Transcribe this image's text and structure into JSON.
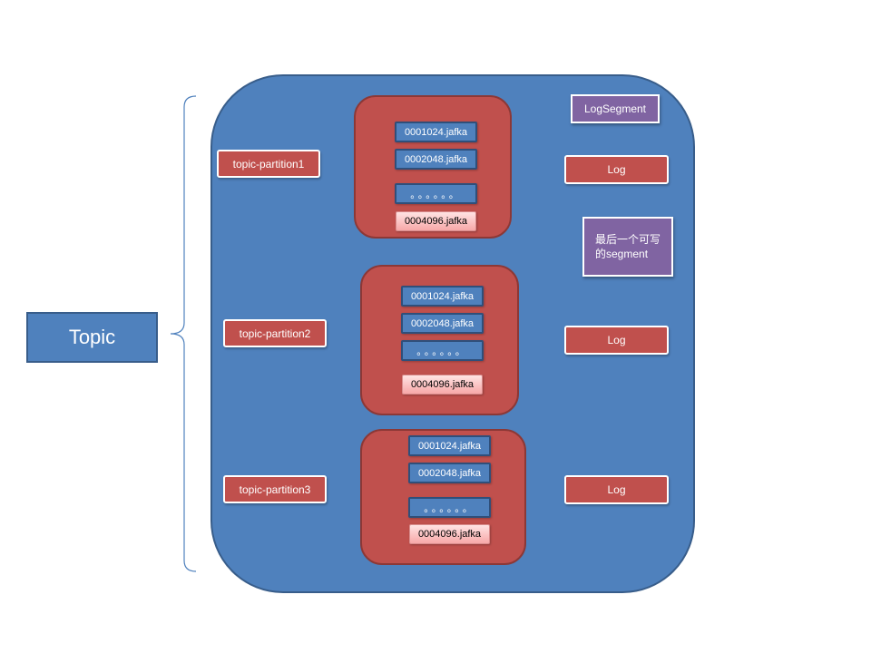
{
  "topic": {
    "label": "Topic"
  },
  "partitions": [
    {
      "label": "topic-partition1",
      "segments": [
        "0001024.jafka",
        "0002048.jafka",
        "。。。。。。",
        "0004096.jafka"
      ],
      "log_label": "Log"
    },
    {
      "label": "topic-partition2",
      "segments": [
        "0001024.jafka",
        "0002048.jafka",
        "。。。。。。",
        "0004096.jafka"
      ],
      "log_label": "Log"
    },
    {
      "label": "topic-partition3",
      "segments": [
        "0001024.jafka",
        "0002048.jafka",
        "。。。。。。",
        "0004096.jafka"
      ],
      "log_label": "Log"
    }
  ],
  "callouts": {
    "log_segment": "LogSegment",
    "last_writable_segment": "最后一个可写的segment"
  },
  "colors": {
    "blue": "#4f81bd",
    "red": "#c0504d",
    "purple": "#8064a2",
    "orange_brace": "#f79646",
    "green_brace": "#9bbb59",
    "topic_brace": "#4f81bd"
  }
}
